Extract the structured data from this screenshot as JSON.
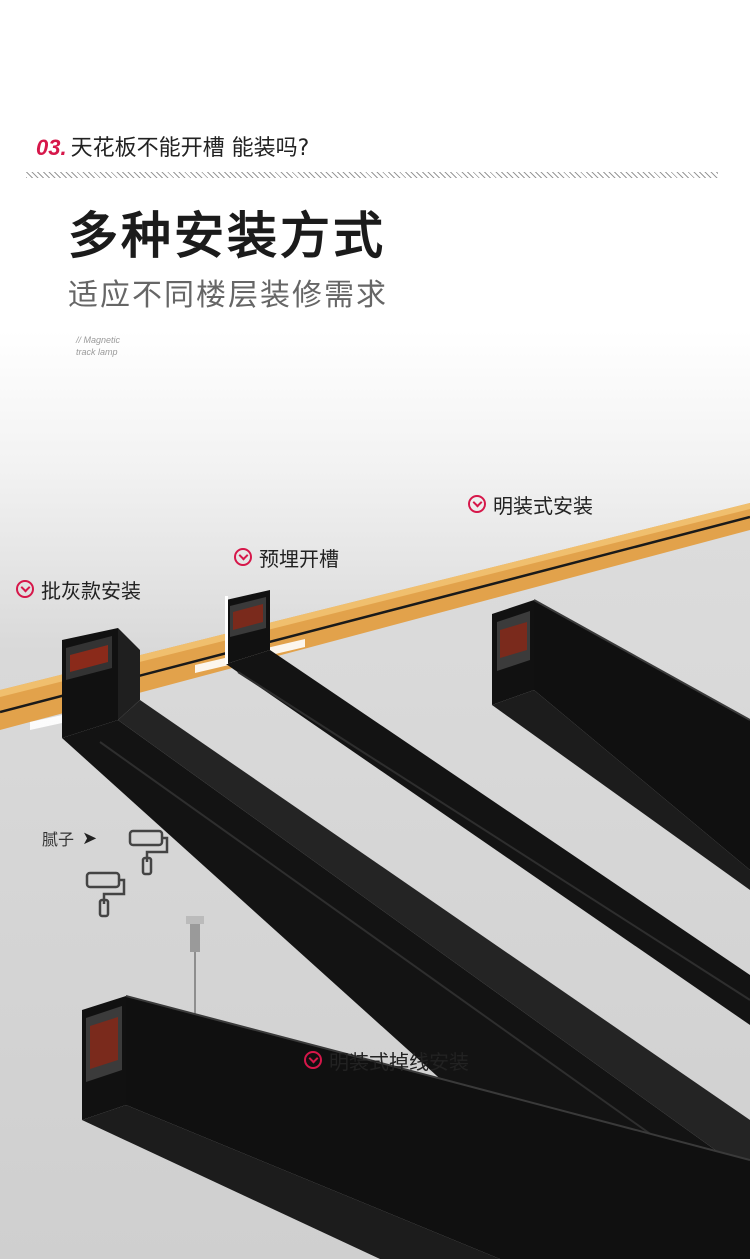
{
  "header": {
    "number": "03.",
    "question": "天花板不能开槽 能装吗?"
  },
  "title": "多种安装方式",
  "subtitle": "适应不同楼层装修需求",
  "caption": {
    "line1": "// Magnetic",
    "line2": "track lamp"
  },
  "labels": {
    "putty_install": "批灰款安装",
    "embedded_slot": "预埋开槽",
    "surface_mount": "明装式安装",
    "suspended_mount": "明装式掉线安装",
    "putty": "腻子"
  },
  "colors": {
    "accent": "#d6174a",
    "ceiling_board": "#e2a24b",
    "track": "#161616",
    "wall": "#d4d4d4"
  }
}
